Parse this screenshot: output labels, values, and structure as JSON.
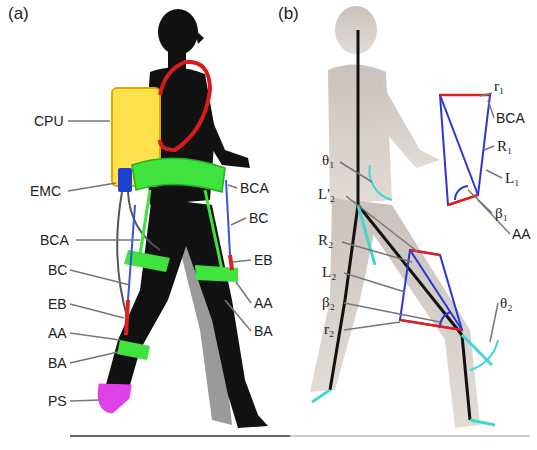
{
  "diagram": {
    "labels": [
      "(a)",
      "(b)",
      "CPU",
      "EMC",
      "BCA",
      "BC",
      "EB",
      "AA",
      "BA",
      "PS",
      "BCA",
      "BC",
      "EB",
      "AA",
      "BA",
      "r₁",
      "BCA",
      "R₁",
      "L₁",
      "β₁",
      "AA",
      "θ₁",
      "L'₂",
      "R₂",
      "L₂",
      "β₂",
      "r₂",
      "θ₂"
    ]
  }
}
